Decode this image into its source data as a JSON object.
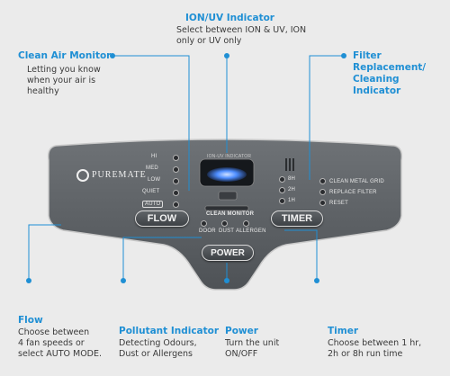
{
  "callouts": {
    "ion_uv": {
      "title": "ION/UV Indicator",
      "desc": "Select between ION & UV, ION\nonly or UV only"
    },
    "clean_air": {
      "title": "Clean Air Monitor",
      "desc": "Letting you know\nwhen your air is\nhealthy"
    },
    "filter": {
      "title": "Filter Replacement/\nCleaning Indicator",
      "desc": ""
    },
    "flow": {
      "title": "Flow",
      "desc": "Choose between\n4 fan speeds or\nselect AUTO MODE."
    },
    "pollutant": {
      "title": "Pollutant Indicator",
      "desc": "Detecting Odours,\nDust or Allergens"
    },
    "power": {
      "title": "Power",
      "desc": "Turn the unit\nON/OFF"
    },
    "timer": {
      "title": "Timer",
      "desc": "Choose between 1 hr,\n2h or 8h run time"
    }
  },
  "panel": {
    "brand": "PUREMATE",
    "flow_levels": [
      "HI",
      "MED",
      "LOW",
      "QUIET",
      "AUTO"
    ],
    "ion_uv_label": "ION-UV INDICATOR",
    "clean_monitor_label": "CLEAN MONITOR",
    "pollutants": [
      "DOOR",
      "DUST",
      "ALLERGEN"
    ],
    "timer_options": [
      "8H",
      "2H",
      "1H"
    ],
    "filter_options": [
      "CLEAN METAL GRID",
      "REPLACE FILTER",
      "RESET"
    ],
    "flow_button": "FLOW",
    "timer_button": "TIMER",
    "power_button": "POWER"
  },
  "colors": {
    "accent": "#1f8fd4",
    "panel": "#5a5e62",
    "ion_glow": "#4d8dff"
  }
}
